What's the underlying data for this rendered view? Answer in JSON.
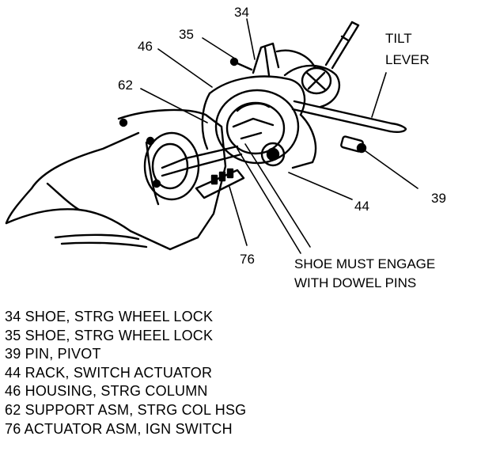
{
  "callouts": {
    "c34": "34",
    "c35": "35",
    "c46": "46",
    "c62": "62",
    "c44": "44",
    "c39": "39",
    "c76": "76"
  },
  "labels": {
    "tilt_line1": "TILT",
    "tilt_line2": "LEVER",
    "shoe_line1": "SHOE MUST ENGAGE",
    "shoe_line2": "WITH DOWEL PINS"
  },
  "legend": [
    "34 SHOE, STRG WHEEL LOCK",
    "35 SHOE, STRG WHEEL LOCK",
    "39 PIN, PIVOT",
    "44 RACK, SWITCH ACTUATOR",
    "46 HOUSING, STRG COLUMN",
    "62 SUPPORT ASM, STRG COL HSG",
    "76 ACTUATOR ASM, IGN SWITCH"
  ]
}
